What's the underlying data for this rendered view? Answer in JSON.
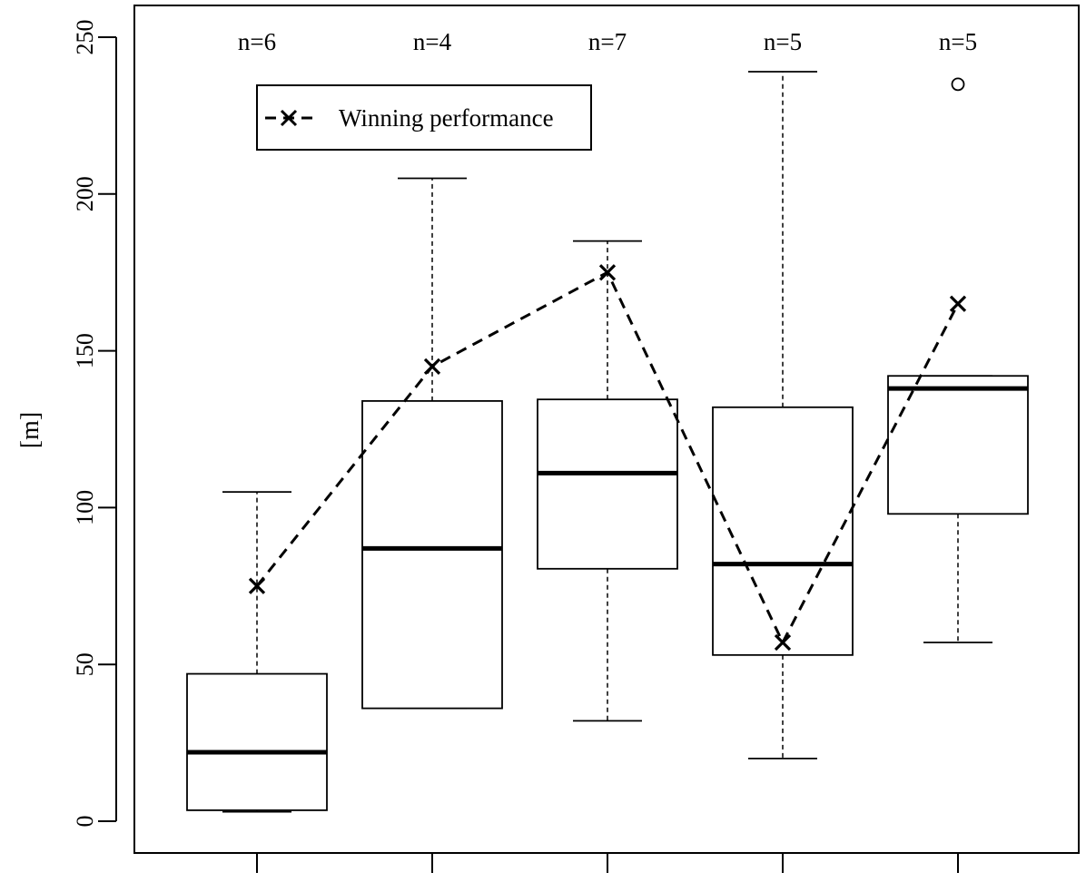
{
  "chart_data": {
    "type": "box",
    "ylabel": "[m]",
    "ylim": [
      -10,
      262
    ],
    "yticks": [
      0,
      50,
      100,
      150,
      200,
      250
    ],
    "grid": false,
    "legend": {
      "position": "top-left",
      "entries": [
        "Winning performance"
      ]
    },
    "boxes": [
      {
        "n_label": "n=6",
        "whisker_low": 3,
        "q1": 3.5,
        "median": 22,
        "q3": 47,
        "whisker_high": 105,
        "outliers": []
      },
      {
        "n_label": "n=4",
        "whisker_low": 36,
        "q1": 36,
        "median": 87,
        "q3": 134,
        "whisker_high": 205,
        "outliers": []
      },
      {
        "n_label": "n=7",
        "whisker_low": 32,
        "q1": 80.5,
        "median": 111,
        "q3": 134.5,
        "whisker_high": 185,
        "outliers": []
      },
      {
        "n_label": "n=5",
        "whisker_low": 20,
        "q1": 53,
        "median": 82,
        "q3": 132,
        "whisker_high": 239,
        "outliers": []
      },
      {
        "n_label": "n=5",
        "whisker_low": 57,
        "q1": 98,
        "median": 138,
        "q3": 142,
        "whisker_high": 142,
        "outliers": [
          235
        ]
      }
    ],
    "series": [
      {
        "name": "Winning performance",
        "values": [
          75,
          145,
          175,
          57,
          165
        ]
      }
    ]
  }
}
